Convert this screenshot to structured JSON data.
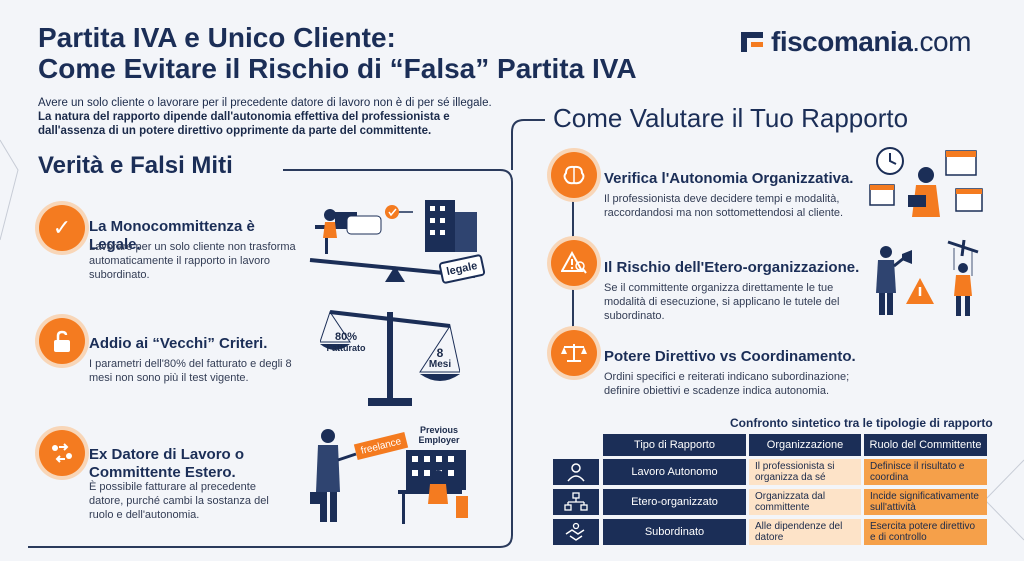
{
  "title": {
    "line1": "Partita IVA e Unico Cliente:",
    "line2": "Come Evitare il Rischio di “Falsa” Partita IVA"
  },
  "logo": {
    "name": "fiscomania",
    "tld": ".com"
  },
  "intro": {
    "text": "Avere un solo cliente o lavorare per il precedente datore di lavoro non è di per sé illegale.",
    "bold": "La natura del rapporto dipende dall'autonomia effettiva del professionista e dall'assenza di un potere direttivo opprimente da parte del committente."
  },
  "left_section": {
    "title": "Verità e Falsi Miti",
    "items": [
      {
        "title": "La Monocommittenza è Legale.",
        "text": "Lavorare per un solo cliente non trasforma automaticamente il rapporto in lavoro subordinato.",
        "icon": "check-icon"
      },
      {
        "title": "Addio ai “Vecchi” Criteri.",
        "text": "I parametri dell'80% del fatturato e degli 8 mesi non sono più il test vigente.",
        "icon": "unlock-icon"
      },
      {
        "title": "Ex Datore di Lavoro o Committente Estero.",
        "text": "È possibile fatturare al precedente datore, purché cambi la sostanza del ruolo e dell'autonomia.",
        "icon": "exchange-people-icon"
      }
    ]
  },
  "illustrations": {
    "stamp": "legale",
    "scale_left": "80%",
    "scale_left_sub": "Fatturato",
    "scale_right": "8",
    "scale_right_sub": "Mesi",
    "tag": "freelance",
    "building": "Previous Employer"
  },
  "right_section": {
    "title": "Come Valutare il Tuo Rapporto",
    "items": [
      {
        "title": "Verifica l'Autonomia Organizzativa.",
        "text": "Il professionista deve decidere tempi e modalità, raccordandosi ma non sottomettendosi al cliente.",
        "icon": "brain-icon"
      },
      {
        "title": "Il Rischio dell'Etero-organizzazione.",
        "text": "Se il committente organizza direttamente le tue modalità di esecuzione, si applicano le tutele del subordinato.",
        "icon": "warning-search-icon"
      },
      {
        "title": "Potere Direttivo vs Coordinamento.",
        "text": "Ordini specifici e reiterati indicano subordinazione; definire obiettivi e scadenze indica autonomia.",
        "icon": "scale-icon"
      }
    ]
  },
  "table": {
    "caption": "Confronto sintetico tra le tipologie di rapporto",
    "headers": [
      "Tipo di Rapporto",
      "Organizzazione",
      "Ruolo del Committente"
    ],
    "rows": [
      {
        "type": "Lavoro Autonomo",
        "org": "Il professionista si organizza da sé",
        "role": "Definisce il risultato e coordina"
      },
      {
        "type": "Etero-organizzato",
        "org": "Organizzata dal committente",
        "role": "Incide significativamente sull'attività"
      },
      {
        "type": "Subordinato",
        "org": "Alle dipendenze del datore",
        "role": "Esercita potere direttivo e di controllo"
      }
    ]
  },
  "colors": {
    "navy": "#1b2e57",
    "orange": "#f47b20",
    "light_orange": "#fde3c8"
  }
}
